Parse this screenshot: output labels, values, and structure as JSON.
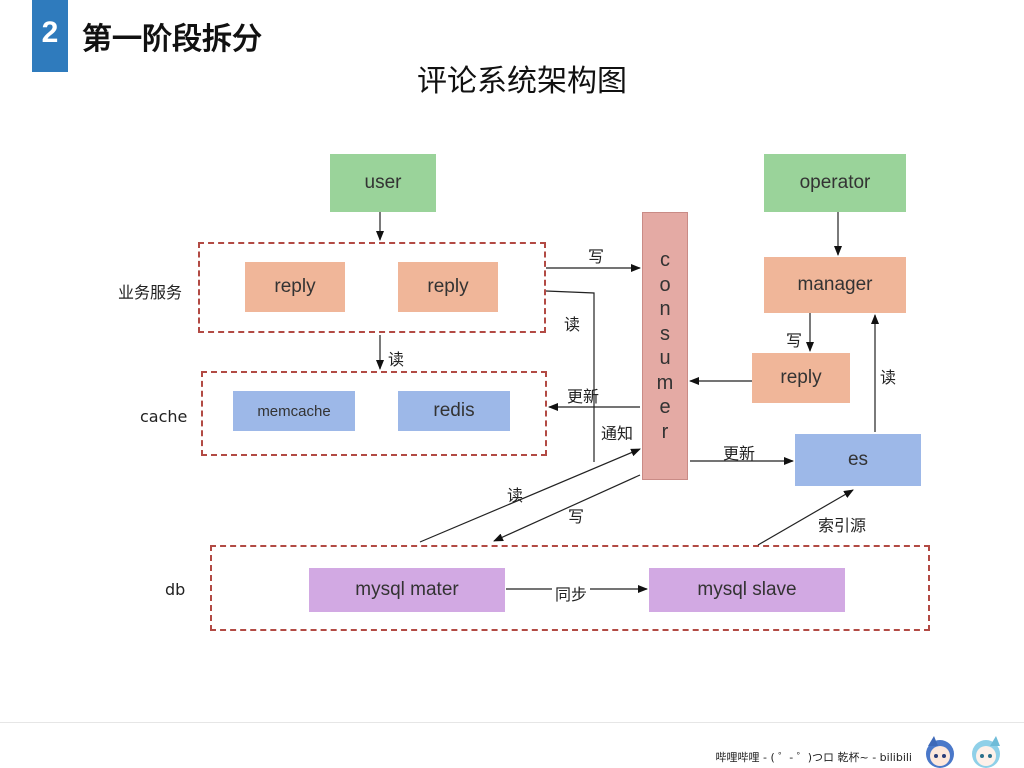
{
  "header": {
    "section_number": "2",
    "section_title": "第一阶段拆分",
    "diagram_title": "评论系统架构图"
  },
  "nodes": {
    "user": "user",
    "operator": "operator",
    "reply_1": "reply",
    "reply_2": "reply",
    "manager": "manager",
    "reply_3": "reply",
    "memcache": "memcache",
    "redis": "redis",
    "consumer": [
      "c",
      "o",
      "n",
      "s",
      "u",
      "m",
      "e",
      "r"
    ],
    "es": "es",
    "mysql_master": "mysql mater",
    "mysql_slave": "mysql slave"
  },
  "groups": {
    "business": "业务服务",
    "cache": "cache",
    "db": "db"
  },
  "edges": {
    "write_to_consumer": "写",
    "read_from_business": "读",
    "read_to_cache": "读",
    "update_cache": "更新",
    "notify": "通知",
    "update_es": "更新",
    "db_read": "读",
    "db_write": "写",
    "manager_write": "写",
    "es_read": "读",
    "index_source": "索引源",
    "sync": "同步"
  },
  "footer": {
    "text": "哔哩哔哩 - ( ゜- ゜)つロ 乾杯~ - bilibili"
  },
  "colors": {
    "accent": "#2f7bbd",
    "green": "#9ad39a",
    "orange": "#f0b699",
    "blue": "#9db8e8",
    "purple": "#d2a9e3",
    "consumer": "#e4aaa4",
    "dashed_border": "#b24a44"
  }
}
